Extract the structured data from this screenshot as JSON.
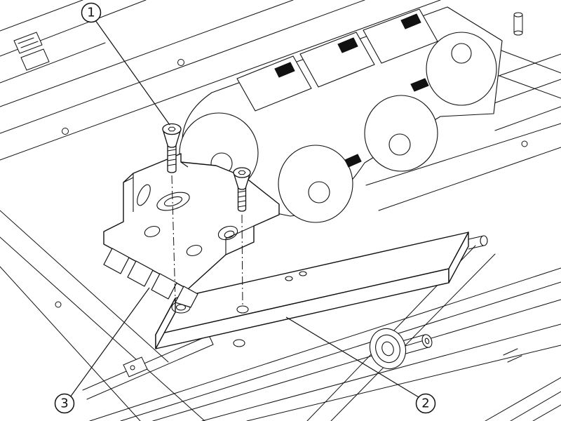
{
  "diagram": {
    "kind": "exploded-assembly-technical-drawing",
    "background_color": "#ffffff",
    "line_color": "#111111",
    "parts": [
      {
        "name": "countersunk-screws"
      },
      {
        "name": "base-plate"
      },
      {
        "name": "slotted-mount-bracket"
      },
      {
        "name": "cable-drag-chain"
      },
      {
        "name": "frame-extrusions"
      },
      {
        "name": "idler-pulley"
      }
    ]
  },
  "callouts": [
    {
      "label": "1",
      "target": "countersunk-screw"
    },
    {
      "label": "2",
      "target": "base-plate"
    },
    {
      "label": "3",
      "target": "slotted-mount-bracket"
    }
  ]
}
